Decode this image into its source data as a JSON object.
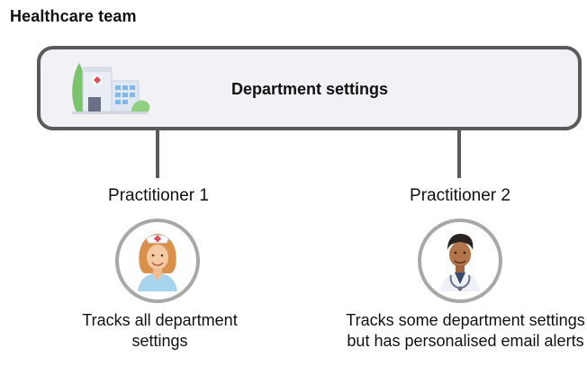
{
  "title": "Healthcare team",
  "department": {
    "label": "Department settings",
    "icon": "hospital-icon"
  },
  "practitioners": [
    {
      "name": "Practitioner 1",
      "avatar_icon": "nurse-avatar-icon",
      "description": "Tracks all department settings"
    },
    {
      "name": "Practitioner 2",
      "avatar_icon": "doctor-avatar-icon",
      "description": "Tracks some department settings but has personalised email alerts"
    }
  ],
  "colors": {
    "box_border": "#5a5a5a",
    "box_fill": "#f1f1f6",
    "text": "#111111",
    "accent_green": "#7cc36e",
    "accent_red": "#e0455a"
  }
}
